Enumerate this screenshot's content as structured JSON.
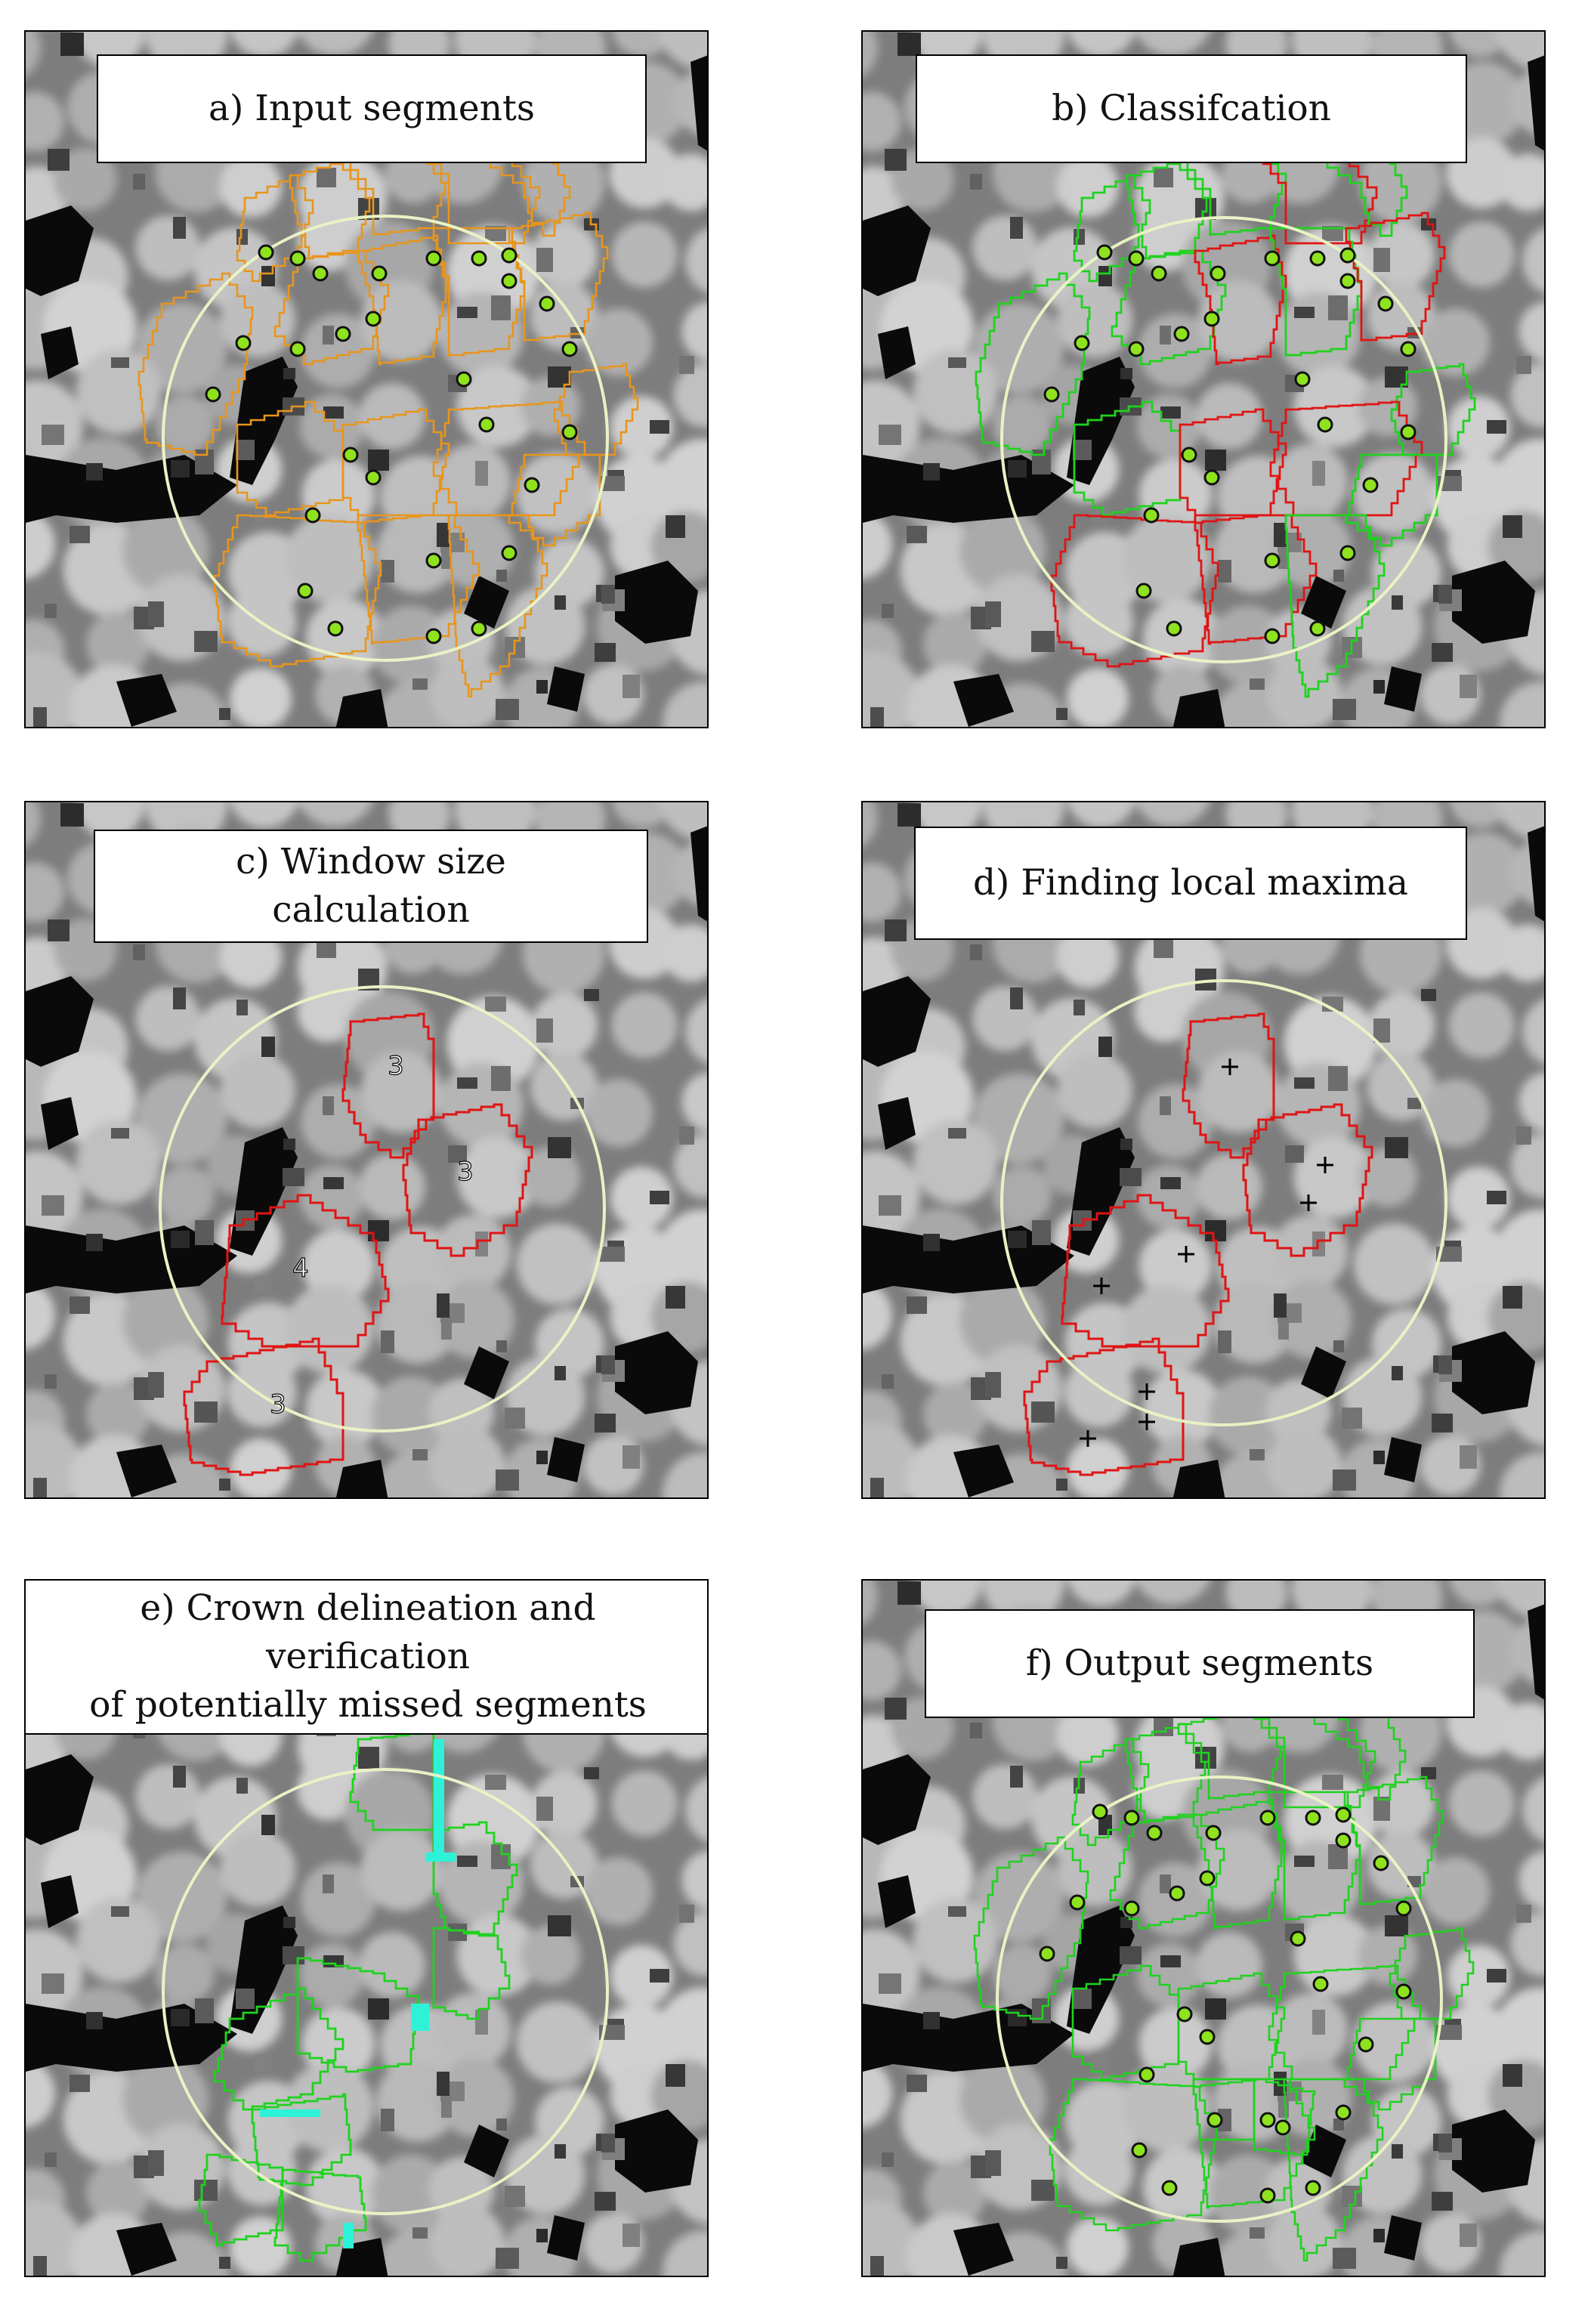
{
  "colors": {
    "background": "#ffffff",
    "segment_orange": "#e8951c",
    "segment_red": "#e01414",
    "segment_green": "#1fd21f",
    "circle": "#e9f2c4",
    "treetop_fill": "#8ee21e",
    "missed_cyan": "#2ef2d8"
  },
  "panels": [
    {
      "id": "a",
      "title": "a) Input segments",
      "segment_color": "orange",
      "marker": "dot"
    },
    {
      "id": "b",
      "title": "b) Classifcation",
      "segment_color": "red-and-green",
      "marker": "dot"
    },
    {
      "id": "c",
      "title": "c) Window size\ncalculation",
      "segment_color": "red",
      "marker": "number",
      "window_sizes": [
        "3",
        "3",
        "4",
        "3"
      ]
    },
    {
      "id": "d",
      "title": "d) Finding local maxima",
      "segment_color": "red",
      "marker": "plus"
    },
    {
      "id": "e",
      "title": "e) Crown delineation and verification\nof potentially missed segments",
      "segment_color": "green-with-cyan",
      "marker": "none"
    },
    {
      "id": "f",
      "title": "f) Output segments",
      "segment_color": "green",
      "marker": "dot"
    }
  ]
}
